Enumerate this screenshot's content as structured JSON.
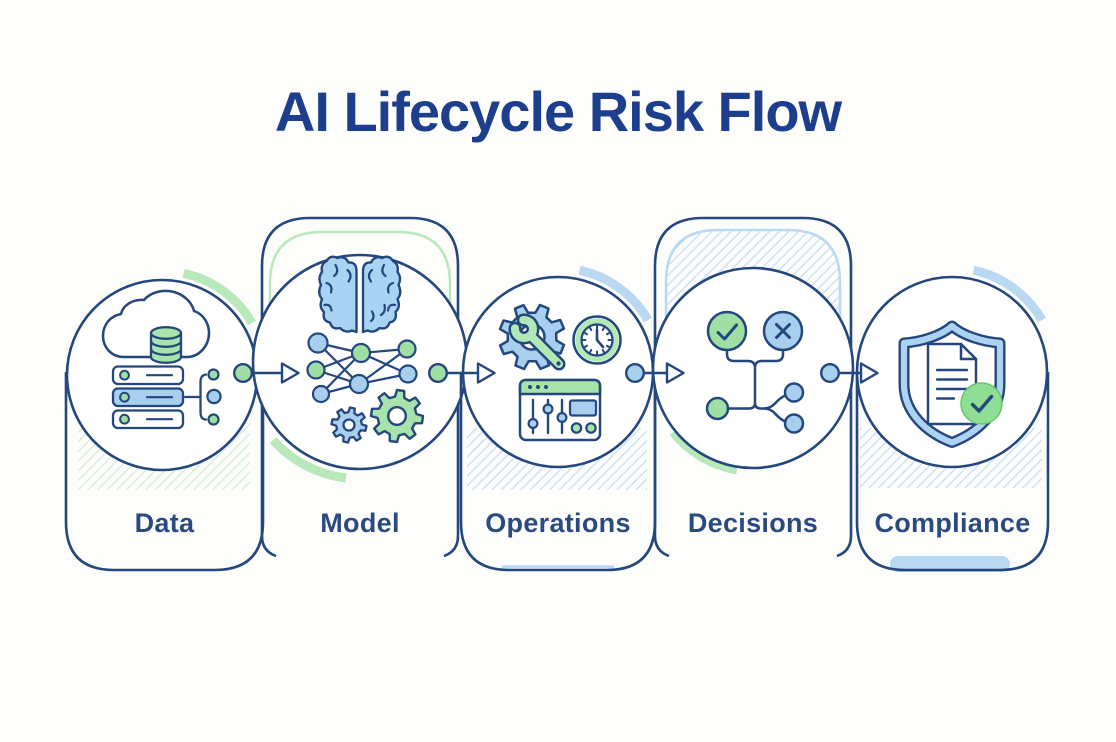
{
  "title": "AI Lifecycle Risk Flow",
  "stages": [
    {
      "label": "Data",
      "icon": "cloud-database-servers-icon",
      "accent": "green"
    },
    {
      "label": "Model",
      "icon": "brain-neural-network-gears-icon",
      "accent": "green"
    },
    {
      "label": "Operations",
      "icon": "gear-wrench-clock-control-panel-icon",
      "accent": "blue"
    },
    {
      "label": "Decisions",
      "icon": "check-cross-decision-tree-icon",
      "accent": "green-blue"
    },
    {
      "label": "Compliance",
      "icon": "shield-document-check-icon",
      "accent": "blue"
    }
  ],
  "connectors": [
    {
      "from": "Data",
      "to": "Model",
      "dot_color": "green"
    },
    {
      "from": "Model",
      "to": "Operations",
      "dot_color": "green"
    },
    {
      "from": "Operations",
      "to": "Decisions",
      "dot_color": "blue"
    },
    {
      "from": "Decisions",
      "to": "Compliance",
      "dot_color": "blue"
    }
  ],
  "colors": {
    "title_blue": "#1c3e8c",
    "outline_navy": "#24477e",
    "label_navy": "#2b4a80",
    "icon_blue": "#a9cfee",
    "light_blue": "#b9d8f2",
    "icon_green": "#9fdfa4",
    "light_green": "#b9e9bb",
    "hatch_green": "#c9efcb",
    "hatch_blue": "#bfdcf4",
    "badge_green": "#8edf94",
    "background": "#fdfdfc"
  }
}
